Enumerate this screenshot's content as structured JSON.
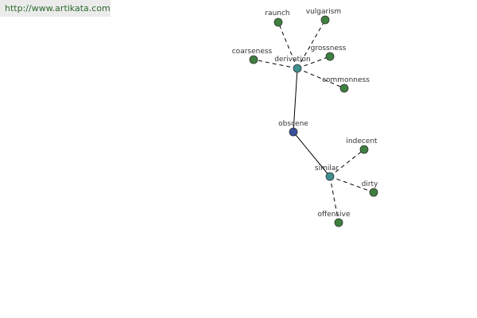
{
  "url": "http://www.artikata.com",
  "colors": {
    "center_node": "#3a4f9e",
    "relation_node": "#3f8f8f",
    "leaf_node": "#3f7f3f",
    "node_stroke": "#333333",
    "edge": "#000000",
    "url_text": "#2e6b2e"
  },
  "graph": {
    "nodes": [
      {
        "id": "obscene",
        "label": "obscene",
        "kind": "center"
      },
      {
        "id": "derivation",
        "label": "derivation",
        "kind": "relation"
      },
      {
        "id": "similar",
        "label": "similar",
        "kind": "relation"
      },
      {
        "id": "raunch",
        "label": "raunch",
        "kind": "leaf"
      },
      {
        "id": "vulgarism",
        "label": "vulgarism",
        "kind": "leaf"
      },
      {
        "id": "coarseness",
        "label": "coarseness",
        "kind": "leaf"
      },
      {
        "id": "grossness",
        "label": "grossness",
        "kind": "leaf"
      },
      {
        "id": "commonness",
        "label": "commonness",
        "kind": "leaf"
      },
      {
        "id": "indecent",
        "label": "indecent",
        "kind": "leaf"
      },
      {
        "id": "dirty",
        "label": "dirty",
        "kind": "leaf"
      },
      {
        "id": "offensive",
        "label": "offensive",
        "kind": "leaf"
      }
    ],
    "edges": [
      {
        "from": "obscene",
        "to": "derivation",
        "style": "solid"
      },
      {
        "from": "obscene",
        "to": "similar",
        "style": "solid"
      },
      {
        "from": "derivation",
        "to": "raunch",
        "style": "dashed"
      },
      {
        "from": "derivation",
        "to": "vulgarism",
        "style": "dashed"
      },
      {
        "from": "derivation",
        "to": "coarseness",
        "style": "dashed"
      },
      {
        "from": "derivation",
        "to": "grossness",
        "style": "dashed"
      },
      {
        "from": "derivation",
        "to": "commonness",
        "style": "dashed"
      },
      {
        "from": "similar",
        "to": "indecent",
        "style": "dashed"
      },
      {
        "from": "similar",
        "to": "dirty",
        "style": "dashed"
      },
      {
        "from": "similar",
        "to": "offensive",
        "style": "dashed"
      }
    ]
  }
}
